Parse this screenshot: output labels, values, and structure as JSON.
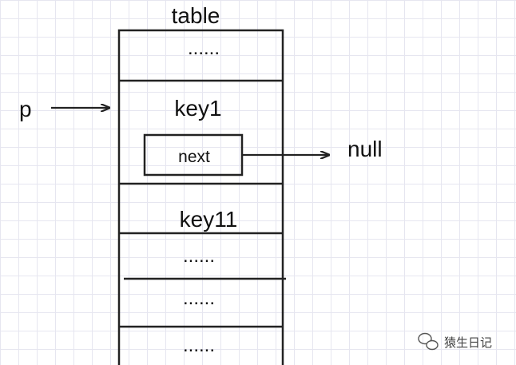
{
  "diagram": {
    "table_label": "table",
    "pointer_label": "p",
    "rows": [
      {
        "text": "......"
      },
      {
        "text": "key1",
        "field": "next"
      },
      {
        "text": "key11"
      },
      {
        "text": "......"
      },
      {
        "text": "......"
      },
      {
        "text": "......"
      }
    ],
    "next_target": "null"
  },
  "watermark": {
    "text": "猿生日记"
  },
  "colors": {
    "line": "#222222",
    "grid": "#e6e6f0"
  }
}
